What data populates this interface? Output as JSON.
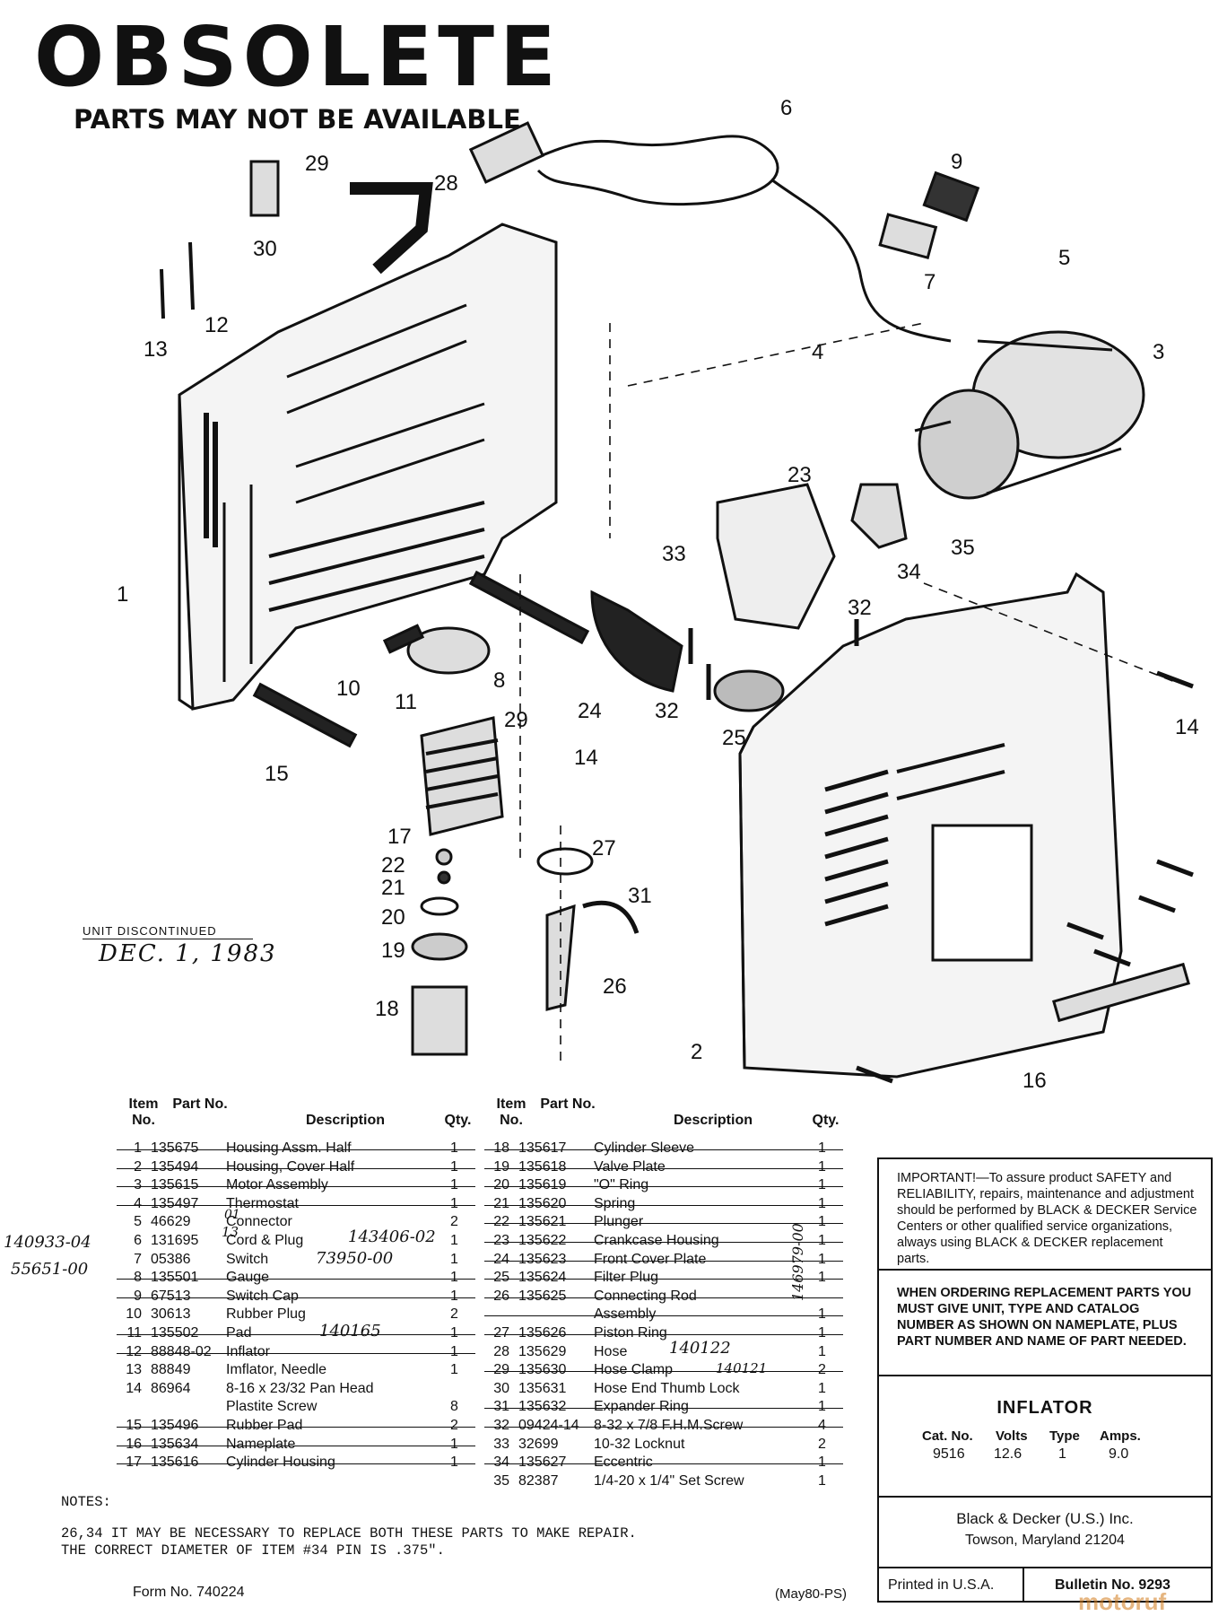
{
  "stamp": {
    "title": "OBSOLETE",
    "subtitle": "PARTS MAY NOT BE AVAILABLE"
  },
  "callouts": [
    "1",
    "2",
    "3",
    "4",
    "5",
    "6",
    "7",
    "8",
    "9",
    "10",
    "11",
    "12",
    "13",
    "14",
    "14",
    "15",
    "16",
    "17",
    "18",
    "19",
    "20",
    "21",
    "22",
    "23",
    "24",
    "25",
    "26",
    "27",
    "28",
    "29",
    "29",
    "30",
    "31",
    "32",
    "32",
    "33",
    "34",
    "35"
  ],
  "discontinued": {
    "label": "UNIT DISCONTINUED",
    "date": "DEC. 1, 1983"
  },
  "table": {
    "headers": {
      "item": "Item No.",
      "part": "Part No.",
      "description": "Description",
      "qty": "Qty."
    },
    "left_rows": [
      {
        "item": "1",
        "part": "135675",
        "description": "Housing Assm. Half",
        "qty": "1",
        "struck": true
      },
      {
        "item": "2",
        "part": "135494",
        "description": "Housing, Cover Half",
        "qty": "1",
        "struck": true
      },
      {
        "item": "3",
        "part": "135615",
        "description": "Motor Assembly",
        "qty": "1",
        "struck": true
      },
      {
        "item": "4",
        "part": "135497",
        "description": "Thermostat",
        "qty": "1",
        "struck": true
      },
      {
        "item": "5",
        "part": "46629",
        "description": "Connector",
        "qty": "2",
        "struck": false
      },
      {
        "item": "6",
        "part": "131695",
        "description": "Cord & Plug",
        "qty": "1",
        "struck": false
      },
      {
        "item": "7",
        "part": "05386",
        "description": "Switch",
        "qty": "1",
        "struck": false
      },
      {
        "item": "8",
        "part": "135501",
        "description": "Gauge",
        "qty": "1",
        "struck": true
      },
      {
        "item": "9",
        "part": "67513",
        "description": "Switch Cap",
        "qty": "1",
        "struck": true
      },
      {
        "item": "10",
        "part": "30613",
        "description": "Rubber Plug",
        "qty": "2",
        "struck": false
      },
      {
        "item": "11",
        "part": "135502",
        "description": "Pad",
        "qty": "1",
        "struck": true
      },
      {
        "item": "12",
        "part": "88848-02",
        "description": "Inflator",
        "qty": "1",
        "struck": true
      },
      {
        "item": "13",
        "part": "88849",
        "description": "Imflator, Needle",
        "qty": "1",
        "struck": false
      },
      {
        "item": "14",
        "part": "86964",
        "description": "8-16 x 23/32 Pan Head",
        "qty": "",
        "struck": false
      },
      {
        "item": "",
        "part": "",
        "description": "Plastite Screw",
        "qty": "8",
        "struck": false
      },
      {
        "item": "15",
        "part": "135496",
        "description": "Rubber Pad",
        "qty": "2",
        "struck": true
      },
      {
        "item": "16",
        "part": "135634",
        "description": "Nameplate",
        "qty": "1",
        "struck": true
      },
      {
        "item": "17",
        "part": "135616",
        "description": "Cylinder Housing",
        "qty": "1",
        "struck": true
      }
    ],
    "right_rows": [
      {
        "item": "18",
        "part": "135617",
        "description": "Cylinder Sleeve",
        "qty": "1",
        "struck": true
      },
      {
        "item": "19",
        "part": "135618",
        "description": "Valve Plate",
        "qty": "1",
        "struck": true
      },
      {
        "item": "20",
        "part": "135619",
        "description": "\"O\" Ring",
        "qty": "1",
        "struck": true
      },
      {
        "item": "21",
        "part": "135620",
        "description": "Spring",
        "qty": "1",
        "struck": true
      },
      {
        "item": "22",
        "part": "135621",
        "description": "Plunger",
        "qty": "1",
        "struck": true
      },
      {
        "item": "23",
        "part": "135622",
        "description": "Crankcase Housing",
        "qty": "1",
        "struck": true
      },
      {
        "item": "24",
        "part": "135623",
        "description": "Front Cover Plate",
        "qty": "1",
        "struck": true
      },
      {
        "item": "25",
        "part": "135624",
        "description": "Filter Plug",
        "qty": "1",
        "struck": true
      },
      {
        "item": "26",
        "part": "135625",
        "description": "Connecting Rod",
        "qty": "",
        "struck": true
      },
      {
        "item": "",
        "part": "",
        "description": "Assembly",
        "qty": "1",
        "struck": true
      },
      {
        "item": "27",
        "part": "135626",
        "description": "Piston Ring",
        "qty": "1",
        "struck": true
      },
      {
        "item": "28",
        "part": "135629",
        "description": "Hose",
        "qty": "1",
        "struck": false
      },
      {
        "item": "29",
        "part": "135630",
        "description": "Hose Clamp",
        "qty": "2",
        "struck": true
      },
      {
        "item": "30",
        "part": "135631",
        "description": "Hose End Thumb Lock",
        "qty": "1",
        "struck": false
      },
      {
        "item": "31",
        "part": "135632",
        "description": "Expander Ring",
        "qty": "1",
        "struck": true
      },
      {
        "item": "32",
        "part": "09424-14",
        "description": "8-32 x 7/8 F.H.M.Screw",
        "qty": "4",
        "struck": true
      },
      {
        "item": "33",
        "part": "32699",
        "description": "10-32 Locknut",
        "qty": "2",
        "struck": false
      },
      {
        "item": "34",
        "part": "135627",
        "description": "Eccentric",
        "qty": "1",
        "struck": true
      },
      {
        "item": "35",
        "part": "82387",
        "description": "1/4-20 x 1/4\" Set Screw",
        "qty": "1",
        "struck": false
      }
    ]
  },
  "handwritten": {
    "item6_prefix": "140933-04",
    "item6_part_suffix": "13",
    "item6_desc": "143406-02",
    "item5_suffix": "01",
    "item7_prefix": "55651-00",
    "item7_desc": "73950-00",
    "item12_desc": "140165",
    "item28_desc": "140122",
    "item29_desc": "140121",
    "margin_vertical": "146979-00"
  },
  "info_box": {
    "important": "IMPORTANT!—To assure product SAFETY and RELIABILITY, repairs, maintenance and adjustment should be performed by BLACK & DECKER Service Centers or other qualified service organizations, always using BLACK & DECKER replacement parts.",
    "ordering": "WHEN ORDERING REPLACEMENT PARTS YOU MUST GIVE UNIT, TYPE AND CATALOG NUMBER AS SHOWN ON NAMEPLATE, PLUS PART NUMBER AND NAME OF PART NEEDED.",
    "product": "INFLATOR",
    "spec_headers": [
      "Cat. No.",
      "Volts",
      "Type",
      "Amps."
    ],
    "spec_values": [
      "9516",
      "12.6",
      "1",
      "9.0"
    ],
    "company": "Black & Decker (U.S.) Inc.",
    "address": "Towson, Maryland 21204",
    "printed": "Printed in U.S.A.",
    "bulletin": "Bulletin No. 9293"
  },
  "notes": {
    "heading": "NOTES:",
    "line1": "26,34 IT MAY BE NECESSARY TO REPLACE BOTH THESE PARTS TO MAKE REPAIR.",
    "line2": "THE CORRECT DIAMETER OF ITEM #34 PIN IS .375\"."
  },
  "footer": {
    "form_no": "Form No. 740224",
    "print_code": "(May80-PS)",
    "watermark": "motoruf"
  }
}
